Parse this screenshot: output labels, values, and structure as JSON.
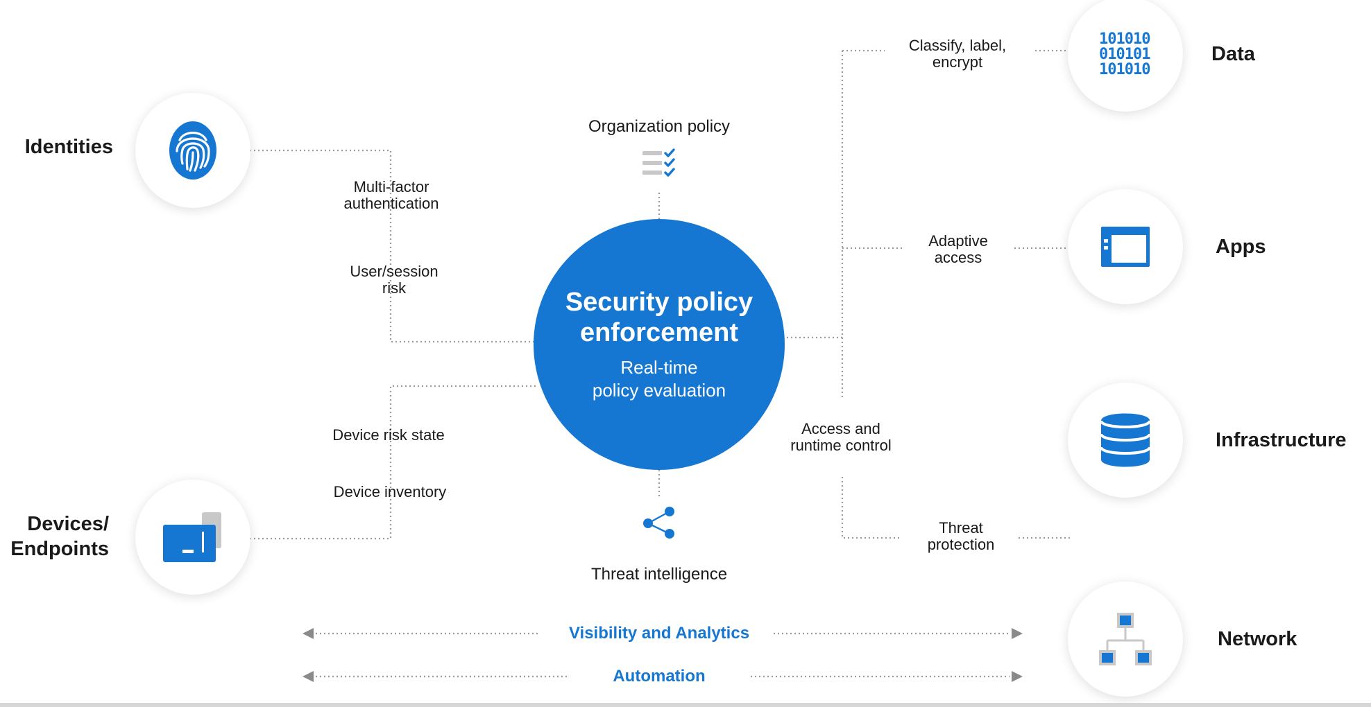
{
  "colors": {
    "accent": "#1677d2",
    "line": "#9a9a9a",
    "arrow": "#8a8a8a",
    "icon_gray": "#c8c8c8"
  },
  "hub": {
    "title": "Security policy\nenforcement",
    "subtitle": "Real-time\npolicy evaluation"
  },
  "left_nodes": {
    "identities": {
      "label": "Identities",
      "icon": "fingerprint-icon"
    },
    "devices": {
      "label": "Devices/\nEndpoints",
      "icon": "devices-icon"
    }
  },
  "right_nodes": {
    "data": {
      "label": "Data",
      "icon": "binary-data-icon"
    },
    "apps": {
      "label": "Apps",
      "icon": "app-window-icon"
    },
    "infrastructure": {
      "label": "Infrastructure",
      "icon": "database-icon"
    },
    "network": {
      "label": "Network",
      "icon": "network-icon"
    }
  },
  "signals": {
    "mfa": "Multi-factor\nauthentication",
    "user_risk": "User/session\nrisk",
    "device_risk": "Device risk state",
    "device_inventory": "Device inventory",
    "classify": "Classify, label,\nencrypt",
    "adaptive": "Adaptive\naccess",
    "access_runtime": "Access and\nruntime control",
    "threat_protection": "Threat\nprotection"
  },
  "top_bottom": {
    "org_policy": {
      "label": "Organization policy",
      "icon": "checklist-icon"
    },
    "threat_intel": {
      "label": "Threat intelligence",
      "icon": "share-nodes-icon"
    }
  },
  "arrows": {
    "visibility": "Visibility and Analytics",
    "automation": "Automation"
  }
}
